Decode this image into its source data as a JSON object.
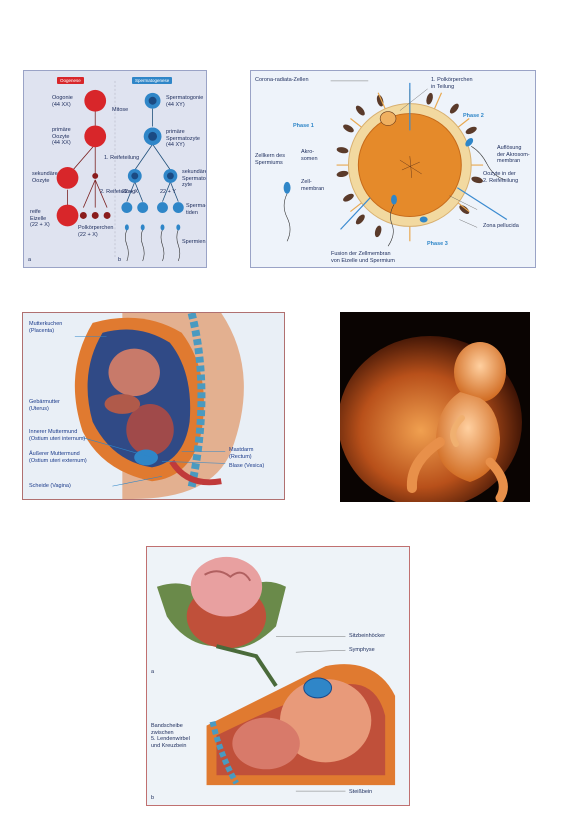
{
  "figure1": {
    "oogenesis_label": "Oogenese",
    "spermatogenesis_label": "Spermatogenese",
    "labels": {
      "oogonie": "Oogonie\n(44 XX)",
      "mitose": "Mitose",
      "primaere_oozyte": "primäre\nOozyte\n(44 XX)",
      "erste_reifeteilung": "1. Reifeteilung",
      "sekundaere_oozyte": "sekundäre\nOozyte",
      "zweite_reifeteilung": "2. Reifeteilung",
      "reife_eizelle": "reife\nEizelle\n(22 + X)",
      "polkoerperchen": "Polkörperchen\n(22 + X)",
      "spermatogonie": "Spermatogonie\n(44 XY)",
      "primaere_spermatozyte": "primäre\nSpermatozyte\n(44 XY)",
      "sekundaere_spermatozyte": "sekundäre\nSpermato-\nzyte",
      "karyo_x": "22 + X",
      "karyo_y": "22 + Y",
      "spermatiden": "Sperma-\ntiden",
      "spermien": "Spermien",
      "panel_a": "a",
      "panel_b": "b"
    }
  },
  "figure2": {
    "labels": {
      "corona": "Corona-radiata-Zellen",
      "polkoerperchen": "1. Polkörperchen\nin Teilung",
      "phase1": "Phase 1",
      "phase2": "Phase 2",
      "phase3": "Phase 3",
      "aufloesung": "Auflösung\nder Akrosom-\nmembran",
      "oozyte": "Oozyte in der\n2. Reifeteilung",
      "zellkern": "Zellkern des\nSpermiums",
      "akrosomen": "Akro-\nsomen",
      "zellmembran": "Zell-\nmembran",
      "zona": "Zona pellucida",
      "fusion": "Fusion der Zellmembran\nvon Eizelle und Spermium"
    }
  },
  "figure3": {
    "labels": {
      "placenta": "Mutterkuchen\n(Placenta)",
      "uterus": "Gebärmutter\n(Uterus)",
      "innerer": "Innerer Muttermund\n(Ostium uteri internum)",
      "aeusserer": "Äußerer Muttermund\n(Ostium uteri externum)",
      "vagina": "Scheide (Vagina)",
      "rectum": "Mastdarm\n(Rectum)",
      "vesica": "Blase (Vesica)"
    }
  },
  "figure5": {
    "labels": {
      "sitzbeinhoecker": "Sitzbeinhöcker",
      "symphyse": "Symphyse",
      "bandscheibe": "Bandscheibe\nzwischen\n5. Lendenwirbel\nund Kreuzbein",
      "steissbein": "Steißbein",
      "panel_a": "a",
      "panel_b": "b"
    }
  },
  "colors": {
    "cell_red": "#d8262a",
    "cell_blue": "#2f86c8",
    "label_blue": "#1a2a5a",
    "uterus_orange": "#e07a30"
  }
}
